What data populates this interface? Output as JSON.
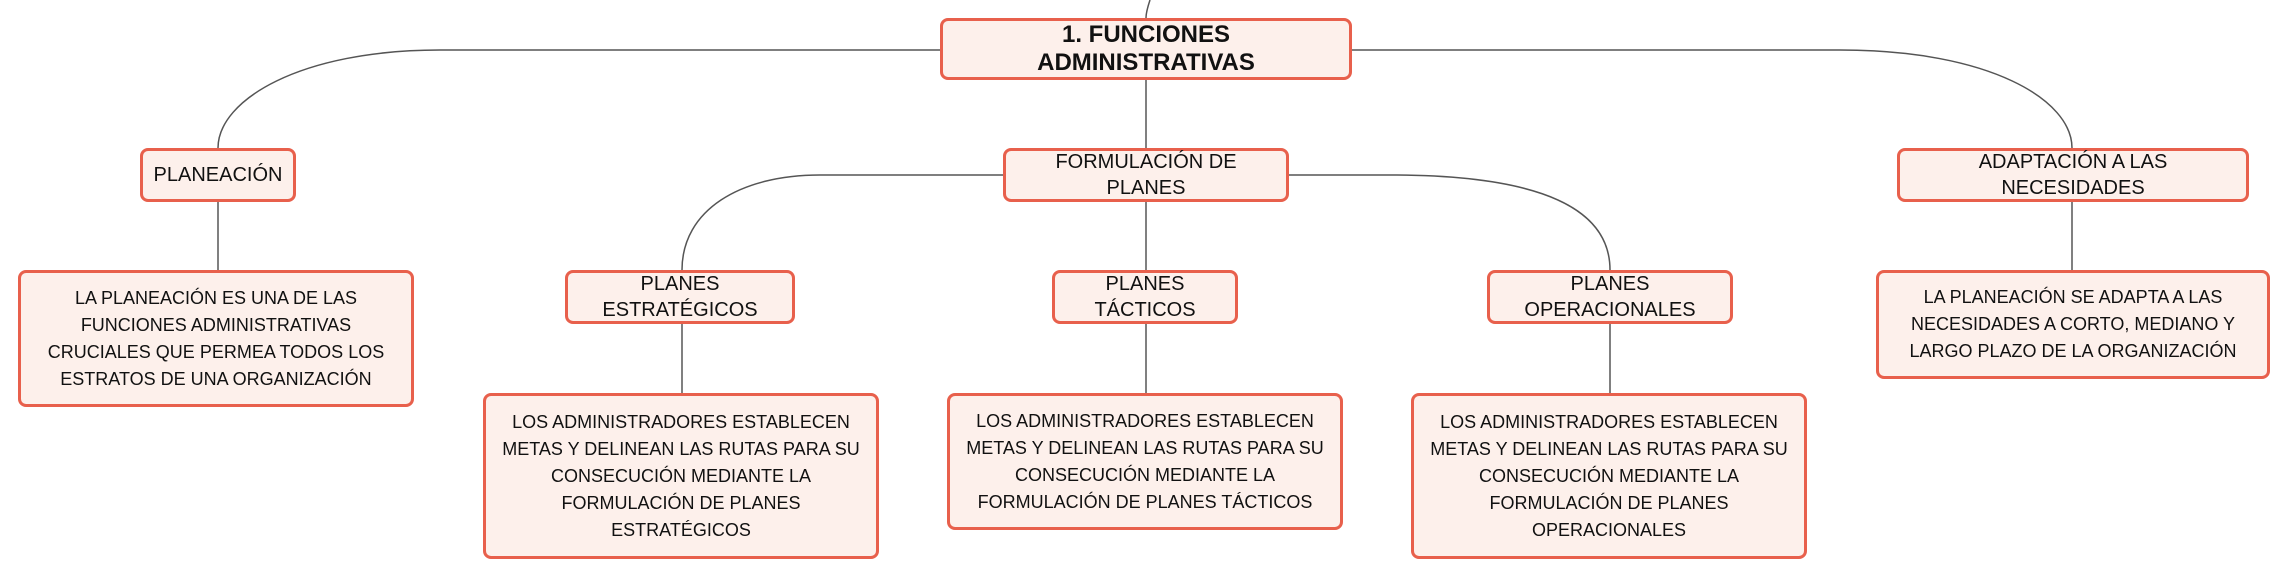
{
  "theme": {
    "node_border": "#e8604c",
    "node_fill": "#fdf0eb",
    "connector": "#555555",
    "text": "#111111"
  },
  "mindmap": {
    "root": "1. FUNCIONES ADMINISTRATIVAS",
    "planeacion": {
      "title": "PLANEACIÓN",
      "description": "LA PLANEACIÓN ES UNA DE LAS FUNCIONES ADMINISTRATIVAS CRUCIALES QUE PERMEA TODOS LOS ESTRATOS DE UNA ORGANIZACIÓN"
    },
    "formulacion": {
      "title": "FORMULACIÓN DE PLANES",
      "estrategicos": {
        "title": "PLANES ESTRATÉGICOS",
        "description": "LOS ADMINISTRADORES ESTABLECEN METAS Y DELINEAN LAS RUTAS PARA SU CONSECUCIÓN MEDIANTE LA FORMULACIÓN DE PLANES ESTRATÉGICOS"
      },
      "tacticos": {
        "title": "PLANES TÁCTICOS",
        "description": "LOS ADMINISTRADORES ESTABLECEN METAS Y DELINEAN LAS RUTAS PARA SU CONSECUCIÓN MEDIANTE LA FORMULACIÓN DE PLANES TÁCTICOS"
      },
      "operacionales": {
        "title": "PLANES OPERACIONALES",
        "description": "LOS ADMINISTRADORES ESTABLECEN METAS Y DELINEAN LAS RUTAS PARA SU CONSECUCIÓN MEDIANTE LA FORMULACIÓN DE PLANES OPERACIONALES"
      }
    },
    "adaptacion": {
      "title": "ADAPTACIÓN A LAS NECESIDADES",
      "description": "LA PLANEACIÓN SE ADAPTA A LAS NECESIDADES A CORTO, MEDIANO Y LARGO PLAZO DE LA ORGANIZACIÓN"
    }
  }
}
